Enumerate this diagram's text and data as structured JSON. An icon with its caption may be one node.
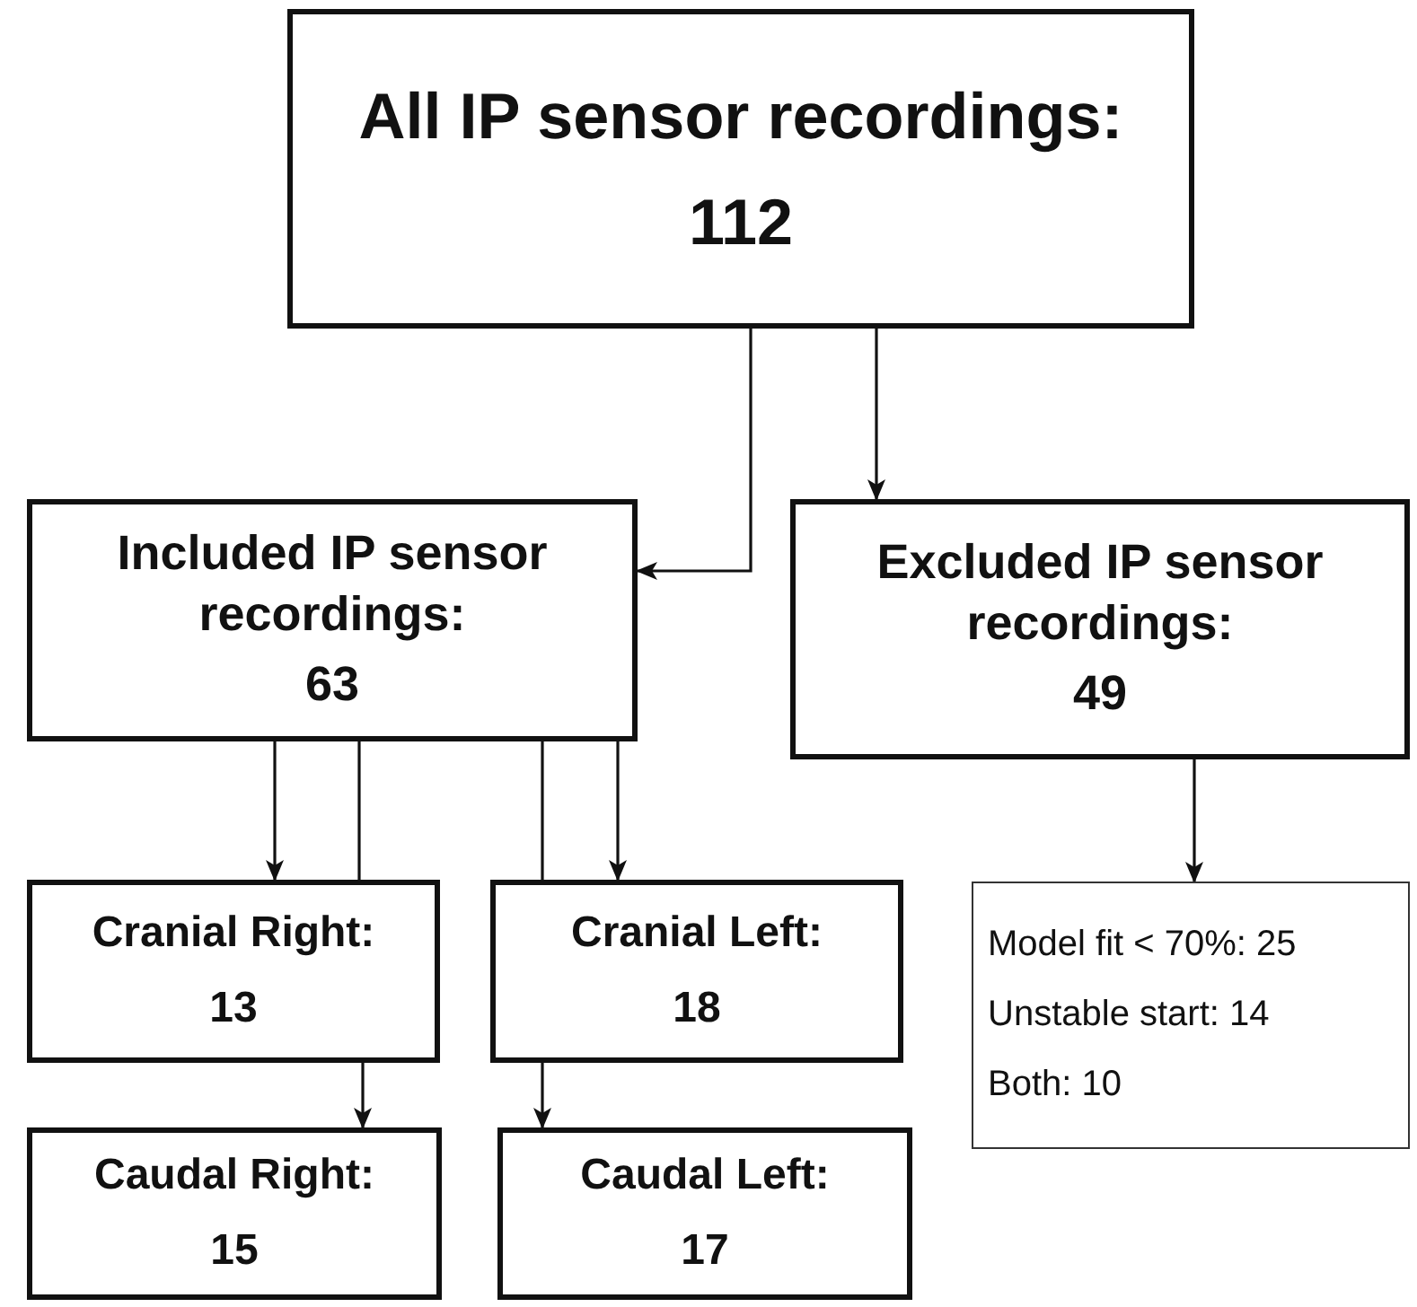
{
  "diagram": {
    "nodes": [
      {
        "text": [
          "All IP sensor recordings:",
          "112"
        ]
      },
      {
        "text": [
          "Included IP sensor recordings:",
          "63"
        ]
      },
      {
        "text": [
          "Excluded IP sensor recordings:",
          "49"
        ]
      },
      {
        "text": [
          "Cranial Right:",
          "13"
        ]
      },
      {
        "text": [
          "Cranial Left:",
          "18"
        ]
      },
      {
        "text": [
          "Caudal Right:",
          "15"
        ]
      },
      {
        "text": [
          "Caudal Left:",
          "17"
        ]
      },
      {
        "text": [
          "Model fit < 70%: 25",
          "Unstable start: 14",
          "Both: 10"
        ]
      }
    ],
    "edges": [
      {
        "from": 0,
        "to": 1,
        "arrow": "to"
      },
      {
        "from": 0,
        "to": 2,
        "arrow": "to"
      },
      {
        "from": 1,
        "to": 3,
        "arrow": "to"
      },
      {
        "from": 1,
        "to": 3,
        "arrow": "none"
      },
      {
        "from": 1,
        "to": 4,
        "arrow": "none"
      },
      {
        "from": 1,
        "to": 4,
        "arrow": "to"
      },
      {
        "from": 2,
        "to": 7,
        "arrow": "to"
      },
      {
        "from": 3,
        "to": 5,
        "arrow": "to"
      },
      {
        "from": 4,
        "to": 6,
        "arrow": "to"
      }
    ]
  }
}
